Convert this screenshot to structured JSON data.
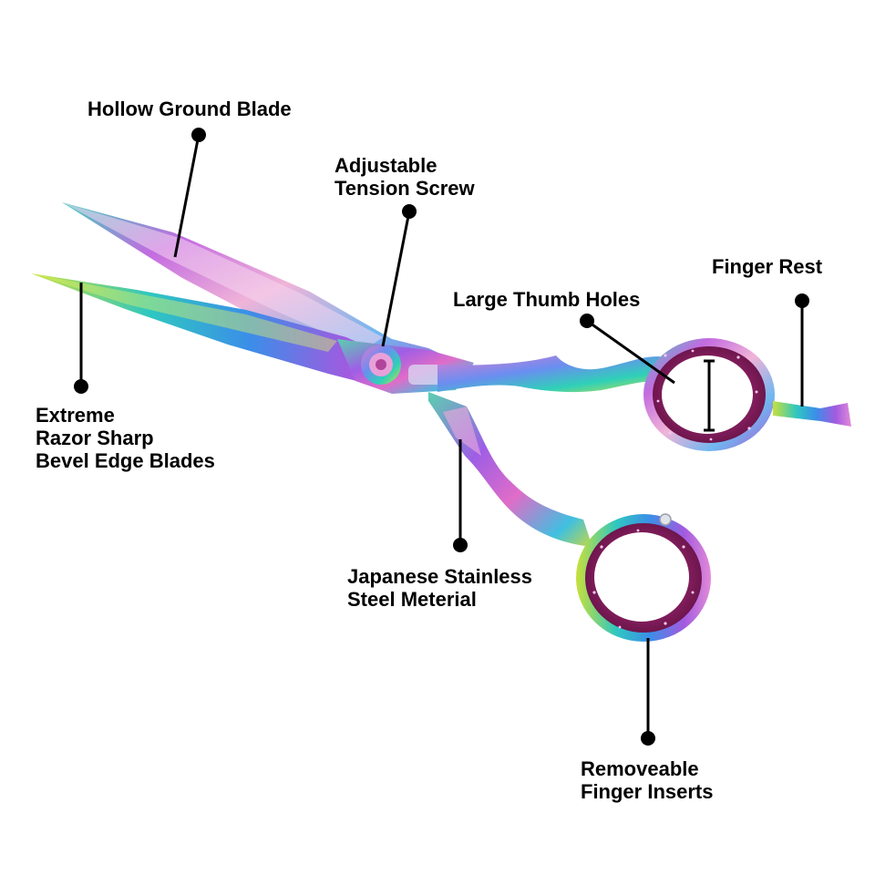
{
  "diagram": {
    "callouts": [
      {
        "id": "hollow-ground-blade",
        "lines": [
          "Hollow Ground Blade"
        ]
      },
      {
        "id": "tension-screw",
        "lines": [
          "Adjustable",
          "Tension Screw"
        ]
      },
      {
        "id": "finger-rest",
        "lines": [
          "Finger Rest"
        ]
      },
      {
        "id": "thumb-holes",
        "lines": [
          "Large Thumb Holes"
        ]
      },
      {
        "id": "bevel-edge",
        "lines": [
          "Extreme",
          "Razor Sharp",
          "Bevel Edge Blades"
        ]
      },
      {
        "id": "steel-material",
        "lines": [
          "Japanese Stainless",
          "Steel Meterial"
        ]
      },
      {
        "id": "finger-inserts",
        "lines": [
          "Removeable",
          "Finger Inserts"
        ]
      }
    ]
  },
  "colors": {
    "background": "#ffffff",
    "text": "#000000",
    "leader": "#000000",
    "ring_insert": "#8a1a5c"
  }
}
